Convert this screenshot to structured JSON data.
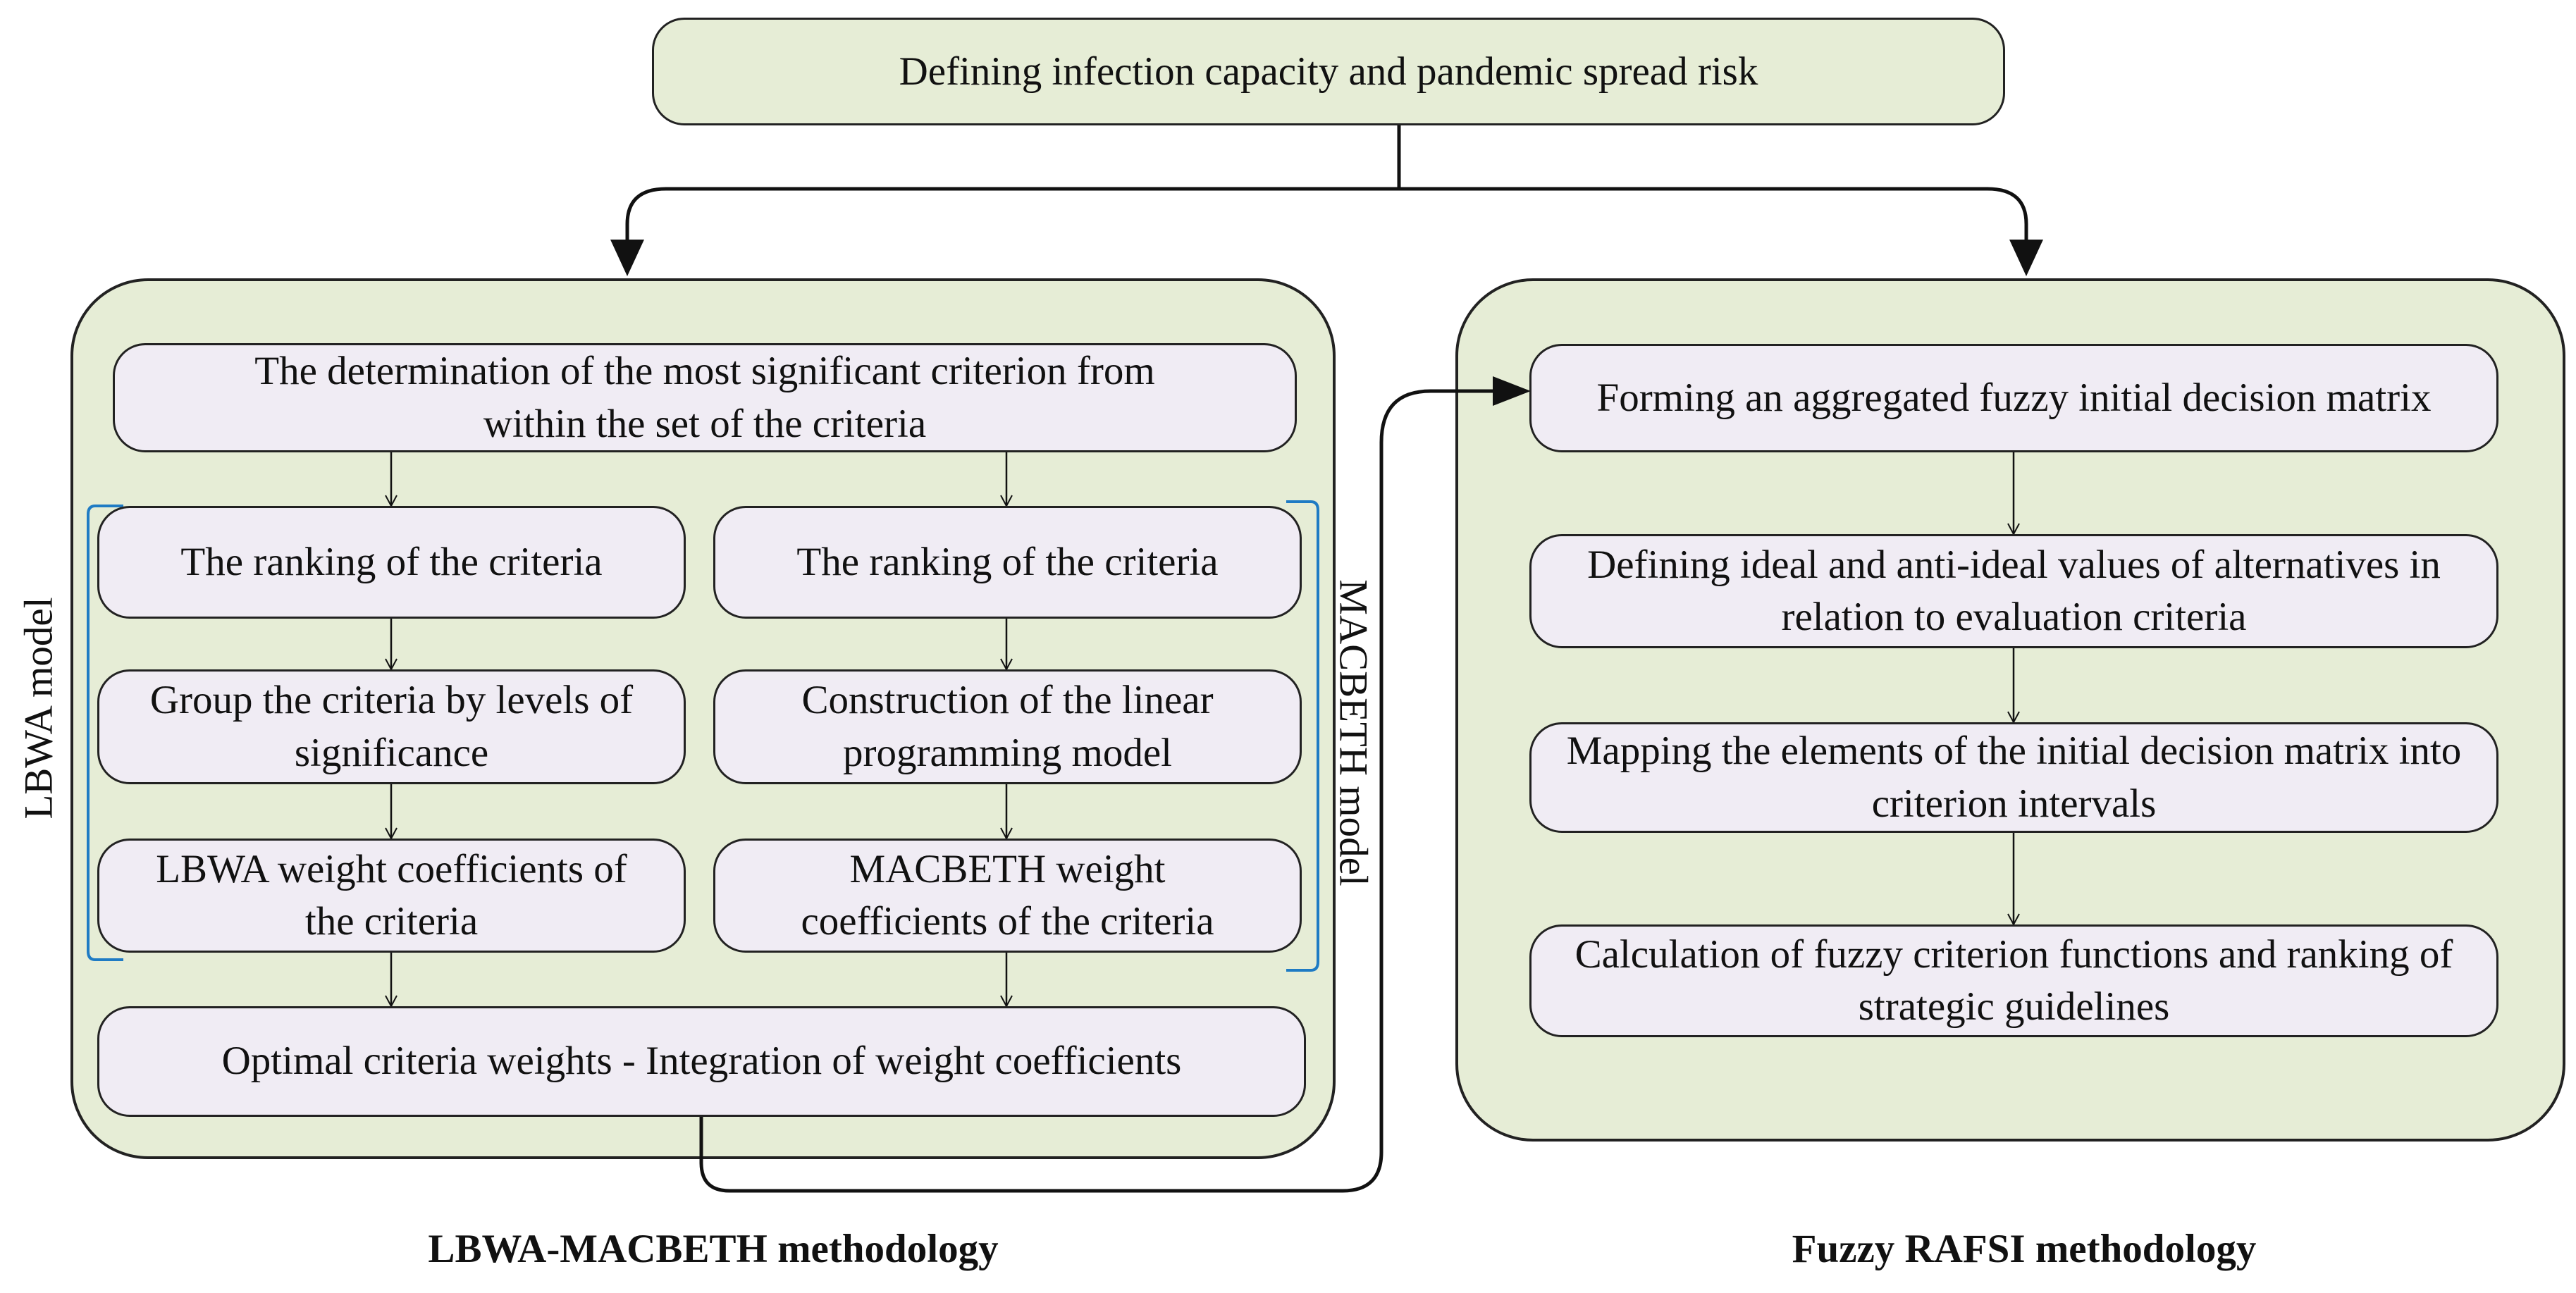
{
  "top": {
    "label": "Defining infection capacity and pandemic spread risk"
  },
  "left_panel": {
    "most_significant": "The determination of the most significant criterion from within the set of the criteria",
    "lbwa_steps": [
      "The ranking of the criteria",
      "Group the criteria by levels of significance",
      "LBWA weight coefficients of the criteria"
    ],
    "macbeth_steps": [
      "The ranking of the criteria",
      "Construction of the linear programming model",
      "MACBETH weight coefficients of the criteria"
    ],
    "optimal": "Optimal criteria weights - Integration of weight coefficients",
    "lbwa_brace_label": "LBWA model",
    "macbeth_brace_label": "MACBETH model",
    "caption": "LBWA-MACBETH methodology"
  },
  "right_panel": {
    "steps": [
      "Forming an aggregated fuzzy initial decision matrix",
      "Defining ideal and anti-ideal values of alternatives in relation to evaluation criteria",
      "Mapping the elements of the initial decision matrix into criterion intervals",
      "Calculation of fuzzy criterion functions and ranking of strategic guidelines"
    ],
    "caption": "Fuzzy RAFSI methodology"
  },
  "colors": {
    "panel_fill": "#e6edd6",
    "box_fill": "#f0ecf4",
    "brace": "#1f7bc4",
    "line": "#111111"
  }
}
